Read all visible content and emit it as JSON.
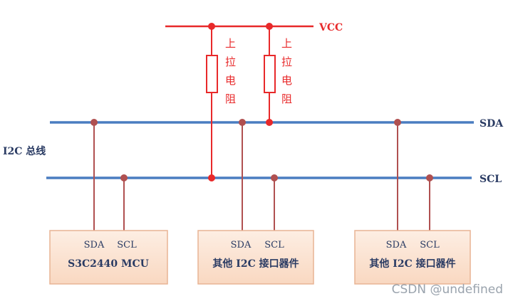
{
  "vcc_label": "VCC",
  "pullup_chars": [
    "上",
    "拉",
    "电",
    "阻"
  ],
  "bus_title": "I2C 总线",
  "sda_label": "SDA",
  "scl_label": "SCL",
  "devices": [
    {
      "pin_sda": "SDA",
      "pin_scl": "SCL",
      "name": "S3C2440 MCU"
    },
    {
      "pin_sda": "SDA",
      "pin_scl": "SCL",
      "name": "其他 I2C 接口器件"
    },
    {
      "pin_sda": "SDA",
      "pin_scl": "SCL",
      "name": "其他 I2C 接口器件"
    }
  ],
  "watermark": "CSDN @undefined",
  "colors": {
    "bus_line": "#4a7dc0",
    "vcc_line": "#e8292a",
    "device_wire": "#b05050",
    "device_fill": "#fbe3d2",
    "device_border": "#e8b494",
    "node_dot_red": "#e8292a",
    "node_dot_brown": "#b05050"
  }
}
